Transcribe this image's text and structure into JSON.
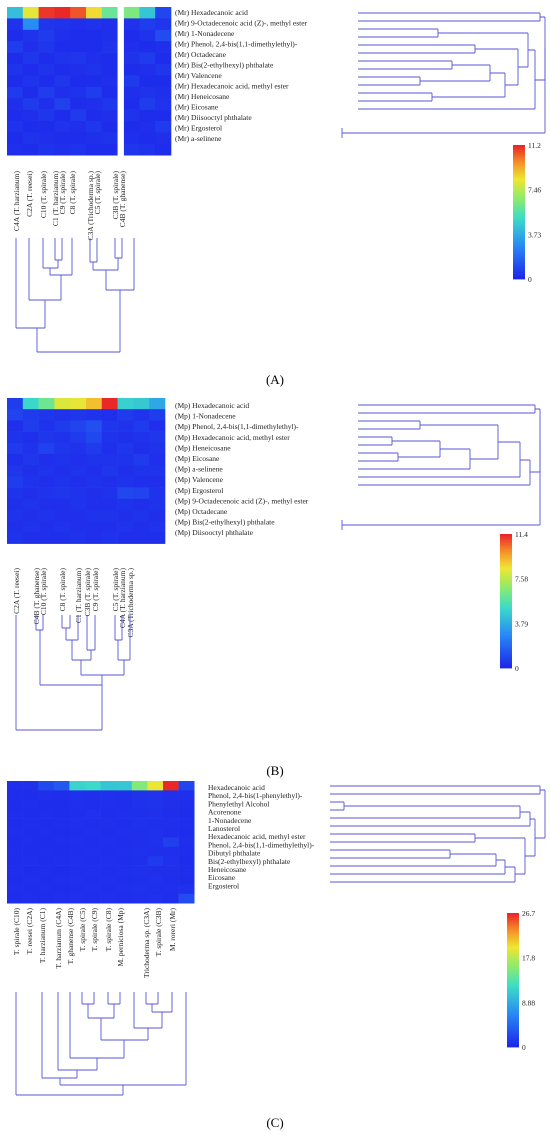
{
  "figure": {
    "panels": [
      {
        "label": "A",
        "rows": [
          "(Mr) Hexadecanoic acid",
          "(Mr) 9-Octadecenoic acid (Z)-, methyl ester",
          "(Mr) 1-Nonadecene",
          "(Mr) Phenol, 2,4-bis(1,1-dimethylethyl)-",
          "(Mr) Octadecane",
          "(Mr) Bis(2-ethylhexyl) phthalate",
          "(Mr) Valencene",
          "(Mr) Hexadecanoic acid, methyl ester",
          "(Mr) Heneicosane",
          "(Mr) Eicosane",
          "(Mr) Diisooctyl phthalate",
          "(Mr) Ergosterol",
          "(Mr) a-selinene"
        ],
        "columns": [
          {
            "text": "C4A (T. harzianum)",
            "color": "#222222"
          },
          {
            "text": "C2A (T. reesei)",
            "color": "#222222"
          },
          {
            "text": "C10 (T. spirale)",
            "color": "#222222"
          },
          {
            "text": "C1 (T. harzianum)",
            "color": "#222222"
          },
          {
            "text": "C9 (T. spirale)",
            "color": "#222222"
          },
          {
            "text": "C8 (T. spirale)",
            "color": "#222222"
          },
          {
            "text": "C3A (Trichoderma sp.)",
            "color": "#222222"
          },
          {
            "text": "C5 (T. spirale)",
            "color": "#222222"
          },
          {
            "text": "C3B (T. spirale)",
            "color": "#222222"
          },
          {
            "text": "C4B (T. ghanense)",
            "color": "#222222"
          }
        ],
        "scale_ticks": [
          "11.2",
          "7.46",
          "3.73",
          "0"
        ]
      },
      {
        "label": "B",
        "rows": [
          "(Mp) Hexadecanoic acid",
          "(Mp) 1-Nonadecene",
          "(Mp) Phenol, 2,4-bis(1,1-dimethylethyl)-",
          "(Mp) Hexadecanoic acid, methyl ester",
          "(Mp) Heneicosane",
          "(Mp) Eicosane",
          "(Mp) a-selinene",
          "(Mp) Valencene",
          "(Mp) Ergosterol",
          "(Mp) 9-Octadecenoic acid (Z)-, methyl ester",
          "(Mp) Octadecane",
          "(Mp) Bis(2-ethylhexyl) phthalate",
          "(Mp) Diisooctyl phthalate"
        ],
        "columns": [
          {
            "text": "C2A (T. reesei)",
            "color": "#222222"
          },
          {
            "text": "C4B (T. ghanense)",
            "color": "#222222"
          },
          {
            "text": "C10 (T. spirale)",
            "color": "#222222"
          },
          {
            "text": "C8 (T. spirale)",
            "color": "#222222"
          },
          {
            "text": "C1 (T. harzianum)",
            "color": "#222222"
          },
          {
            "text": "C3B (T. spirale)",
            "color": "#222222"
          },
          {
            "text": "C9 (T. spirale)",
            "color": "#222222"
          },
          {
            "text": "C5 (T. spirale)",
            "color": "#222222"
          },
          {
            "text": "C4A (T. harzianum)",
            "color": "#222222"
          },
          {
            "text": "C3A (Trichoderma sp.)",
            "color": "#222222"
          }
        ],
        "scale_ticks": [
          "11.4",
          "7.58",
          "3.79",
          "0"
        ]
      },
      {
        "label": "C",
        "rows": [
          "Hexadecanoic acid",
          "Phenol, 2,4-bis(1-phenylethyl)-",
          "Phenylethyl Alcohol",
          "Acorenone",
          "1-Nonadecene",
          "Lanosterol",
          "Hexadecanoic acid, methyl ester",
          "Phenol, 2,4-bis(1,1-dimethylethyl)-",
          "Dibutyl phthalate",
          "Bis(2-ethylhexyl) phthalate",
          "Heneicosane",
          "Eicosane",
          "Ergosterol"
        ],
        "columns": [
          {
            "text": "T. spirale (C10)",
            "color": "#222222"
          },
          {
            "text": "T. reesei (C2A)",
            "color": "#222222"
          },
          {
            "text": "T. harzianum (C1)",
            "color": "#222222"
          },
          {
            "text": "T. harzianum (C4A)",
            "color": "#222222"
          },
          {
            "text": "T. ghanense (C4B)",
            "color": "#222222"
          },
          {
            "text": "T. spirale (C5)",
            "color": "#222222"
          },
          {
            "text": "T. spirale (C9)",
            "color": "#222222"
          },
          {
            "text": "T. spirale (C8)",
            "color": "#222222"
          },
          {
            "text": "M. perniciosa (Mp)",
            "color": "#d42020"
          },
          {
            "text": "Trichoderma sp. (C3A)",
            "color": "#222222"
          },
          {
            "text": "T. spirale (C3B)",
            "color": "#222222"
          },
          {
            "text": "M. roreri (Mr)",
            "color": "#2f5fb8"
          }
        ],
        "scale_ticks": [
          "26.7",
          "17.8",
          "8.88",
          "0"
        ]
      }
    ]
  },
  "chart_data": [
    {
      "type": "heatmap",
      "title": "",
      "panel": "A",
      "rows": [
        "(Mr) Hexadecanoic acid",
        "(Mr) 9-Octadecenoic acid (Z)-, methyl ester",
        "(Mr) 1-Nonadecene",
        "(Mr) Phenol, 2,4-bis(1,1-dimethylethyl)-",
        "(Mr) Octadecane",
        "(Mr) Bis(2-ethylhexyl) phthalate",
        "(Mr) Valencene",
        "(Mr) Hexadecanoic acid, methyl ester",
        "(Mr) Heneicosane",
        "(Mr) Eicosane",
        "(Mr) Diisooctyl phthalate",
        "(Mr) Ergosterol",
        "(Mr) a-selinene"
      ],
      "columns": [
        "C4A (T. harzianum)",
        "C2A (T. reesei)",
        "C10 (T. spirale)",
        "C1 (T. harzianum)",
        "C9 (T. spirale)",
        "C8 (T. spirale)",
        "C3A (Trichoderma sp.)",
        "C5 (T. spirale)",
        "C3B (T. spirale)",
        "C4B (T. ghanense)"
      ],
      "values": [
        [
          4.2,
          8.2,
          11.0,
          11.2,
          10.6,
          8.6,
          6.0,
          6.4,
          4.4,
          0.8
        ],
        [
          0.3,
          2.8,
          0.4,
          0.3,
          0.2,
          0.3,
          0.2,
          0.3,
          0.6,
          0.4
        ],
        [
          0.1,
          0.3,
          0.5,
          0.2,
          0.1,
          0.1,
          0.2,
          0.1,
          0.3,
          1.0
        ],
        [
          0.6,
          0.2,
          0.4,
          0.1,
          0.1,
          0.1,
          0.3,
          0.2,
          0.1,
          0.2
        ],
        [
          0.1,
          0.4,
          0.1,
          0.3,
          0.4,
          0.2,
          0.1,
          0.3,
          0.5,
          0.1
        ],
        [
          0.3,
          0.1,
          0.3,
          0.1,
          0.2,
          0.3,
          0.1,
          0.1,
          0.2,
          0.4
        ],
        [
          0.1,
          0.3,
          0.1,
          0.4,
          0.1,
          0.1,
          0.2,
          0.5,
          0.1,
          0.1
        ],
        [
          0.5,
          0.1,
          0.6,
          0.2,
          0.3,
          0.6,
          0.1,
          0.2,
          0.3,
          0.2
        ],
        [
          0.2,
          0.5,
          0.2,
          0.7,
          0.1,
          0.2,
          0.4,
          0.1,
          0.6,
          0.3
        ],
        [
          0.1,
          0.2,
          0.4,
          0.1,
          0.5,
          0.1,
          0.2,
          0.3,
          0.1,
          0.1
        ],
        [
          0.3,
          0.1,
          0.1,
          0.3,
          0.2,
          0.4,
          0.1,
          0.1,
          0.2,
          0.5
        ],
        [
          0.1,
          0.3,
          0.2,
          0.1,
          0.1,
          0.2,
          0.3,
          0.2,
          0.1,
          0.2
        ],
        [
          0.2,
          0.1,
          0.3,
          0.2,
          0.3,
          0.1,
          0.1,
          0.4,
          0.3,
          0.1
        ]
      ],
      "color_range": [
        0,
        11.2
      ],
      "colorbar_ticks": [
        11.2,
        7.46,
        3.73,
        0
      ]
    },
    {
      "type": "heatmap",
      "title": "",
      "panel": "B",
      "rows": [
        "(Mp) Hexadecanoic acid",
        "(Mp) 1-Nonadecene",
        "(Mp) Phenol, 2,4-bis(1,1-dimethylethyl)-",
        "(Mp) Hexadecanoic acid, methyl ester",
        "(Mp) Heneicosane",
        "(Mp) Eicosane",
        "(Mp) a-selinene",
        "(Mp) Valencene",
        "(Mp) Ergosterol",
        "(Mp) 9-Octadecenoic acid (Z)-, methyl ester",
        "(Mp) Octadecane",
        "(Mp) Bis(2-ethylhexyl) phthalate",
        "(Mp) Diisooctyl phthalate"
      ],
      "columns": [
        "C2A (T. reesei)",
        "C4B (T. ghanense)",
        "C10 (T. spirale)",
        "C8 (T. spirale)",
        "C1 (T. harzianum)",
        "C3B (T. spirale)",
        "C9 (T. spirale)",
        "C5 (T. spirale)",
        "C4A (T. harzianum)",
        "C3A (Trichoderma sp.)"
      ],
      "values": [
        [
          0.6,
          5.0,
          6.2,
          8.2,
          8.4,
          9.2,
          11.4,
          4.8,
          4.6,
          3.6
        ],
        [
          0.8,
          0.5,
          0.4,
          0.3,
          0.4,
          0.3,
          0.2,
          0.5,
          0.3,
          0.6
        ],
        [
          0.2,
          0.6,
          0.3,
          0.5,
          0.8,
          1.1,
          0.4,
          0.3,
          0.5,
          0.2
        ],
        [
          0.3,
          0.2,
          0.4,
          0.3,
          0.5,
          0.9,
          0.3,
          0.2,
          0.3,
          0.4
        ],
        [
          0.5,
          0.3,
          0.7,
          0.4,
          0.3,
          0.5,
          0.2,
          0.4,
          0.2,
          0.3
        ],
        [
          0.2,
          0.4,
          0.2,
          0.3,
          0.2,
          0.3,
          0.3,
          0.3,
          0.5,
          0.2
        ],
        [
          0.4,
          0.2,
          0.3,
          0.2,
          0.3,
          0.2,
          0.4,
          0.2,
          0.3,
          0.3
        ],
        [
          0.6,
          0.3,
          0.2,
          0.3,
          0.2,
          0.3,
          0.2,
          0.3,
          0.2,
          0.2
        ],
        [
          0.3,
          0.2,
          0.3,
          0.4,
          0.3,
          0.2,
          0.3,
          0.9,
          0.8,
          0.3
        ],
        [
          0.2,
          0.3,
          0.2,
          0.2,
          0.3,
          0.2,
          0.2,
          0.3,
          0.2,
          0.3
        ],
        [
          0.3,
          0.2,
          0.3,
          0.2,
          0.2,
          0.3,
          0.3,
          0.2,
          0.3,
          0.2
        ],
        [
          0.2,
          0.3,
          0.2,
          0.3,
          0.2,
          0.2,
          0.2,
          0.3,
          0.2,
          0.3
        ],
        [
          0.3,
          0.2,
          0.2,
          0.2,
          0.3,
          0.2,
          0.3,
          0.2,
          0.2,
          0.2
        ]
      ],
      "color_range": [
        0,
        11.4
      ],
      "colorbar_ticks": [
        11.4,
        7.58,
        3.79,
        0
      ]
    },
    {
      "type": "heatmap",
      "title": "",
      "panel": "C",
      "rows": [
        "Hexadecanoic acid",
        "Phenol, 2,4-bis(1-phenylethyl)-",
        "Phenylethyl Alcohol",
        "Acorenone",
        "1-Nonadecene",
        "Lanosterol",
        "Hexadecanoic acid, methyl ester",
        "Phenol, 2,4-bis(1,1-dimethylethyl)-",
        "Dibutyl phthalate",
        "Bis(2-ethylhexyl) phthalate",
        "Heneicosane",
        "Eicosane",
        "Ergosterol"
      ],
      "columns": [
        "T. spirale (C10)",
        "T. reesei (C2A)",
        "T. harzianum (C1)",
        "T. harzianum (C4A)",
        "T. ghanense (C4B)",
        "T. spirale (C5)",
        "T. spirale (C9)",
        "T. spirale (C8)",
        "M. perniciosa (Mp)",
        "Trichoderma sp. (C3A)",
        "T. spirale (C3B)",
        "M. roreri (Mr)"
      ],
      "values": [
        [
          0.5,
          0.6,
          2.2,
          3.2,
          11.5,
          11.8,
          10.5,
          10.6,
          15.5,
          19.8,
          26.7,
          2.0
        ],
        [
          0.4,
          0.3,
          0.5,
          0.4,
          0.6,
          0.5,
          0.6,
          0.5,
          0.7,
          0.8,
          0.6,
          0.5
        ],
        [
          0.3,
          0.4,
          0.3,
          0.3,
          0.5,
          0.4,
          0.5,
          0.4,
          0.6,
          0.7,
          0.5,
          0.4
        ],
        [
          0.4,
          0.3,
          0.4,
          0.3,
          0.4,
          0.6,
          0.4,
          0.5,
          0.5,
          0.6,
          0.4,
          0.3
        ],
        [
          0.3,
          0.4,
          0.3,
          0.4,
          0.5,
          0.4,
          0.5,
          0.4,
          0.6,
          0.5,
          0.5,
          0.4
        ],
        [
          0.4,
          0.3,
          0.4,
          0.3,
          0.4,
          0.5,
          0.4,
          0.5,
          0.5,
          0.6,
          0.4,
          0.3
        ],
        [
          0.3,
          0.4,
          0.3,
          0.4,
          0.5,
          0.4,
          0.5,
          0.4,
          0.5,
          0.6,
          1.6,
          0.5
        ],
        [
          0.4,
          0.3,
          0.4,
          0.3,
          0.4,
          0.5,
          0.4,
          0.5,
          0.6,
          0.5,
          0.5,
          0.4
        ],
        [
          0.3,
          0.4,
          0.3,
          0.4,
          0.5,
          0.4,
          0.5,
          0.4,
          0.5,
          1.2,
          0.6,
          0.3
        ],
        [
          0.4,
          0.3,
          0.4,
          0.3,
          0.4,
          0.5,
          0.4,
          0.5,
          0.6,
          0.5,
          0.5,
          0.4
        ],
        [
          0.3,
          0.4,
          0.3,
          0.4,
          0.5,
          0.4,
          0.5,
          0.4,
          0.5,
          0.6,
          0.4,
          0.3
        ],
        [
          0.4,
          0.3,
          0.4,
          0.3,
          0.4,
          0.5,
          0.4,
          0.5,
          0.6,
          0.5,
          0.5,
          0.6
        ],
        [
          0.3,
          0.4,
          0.3,
          0.4,
          0.5,
          0.4,
          0.5,
          0.4,
          0.5,
          0.6,
          0.4,
          2.4
        ]
      ],
      "color_range": [
        0,
        26.7
      ],
      "colorbar_ticks": [
        26.7,
        17.8,
        8.88,
        0
      ]
    }
  ]
}
